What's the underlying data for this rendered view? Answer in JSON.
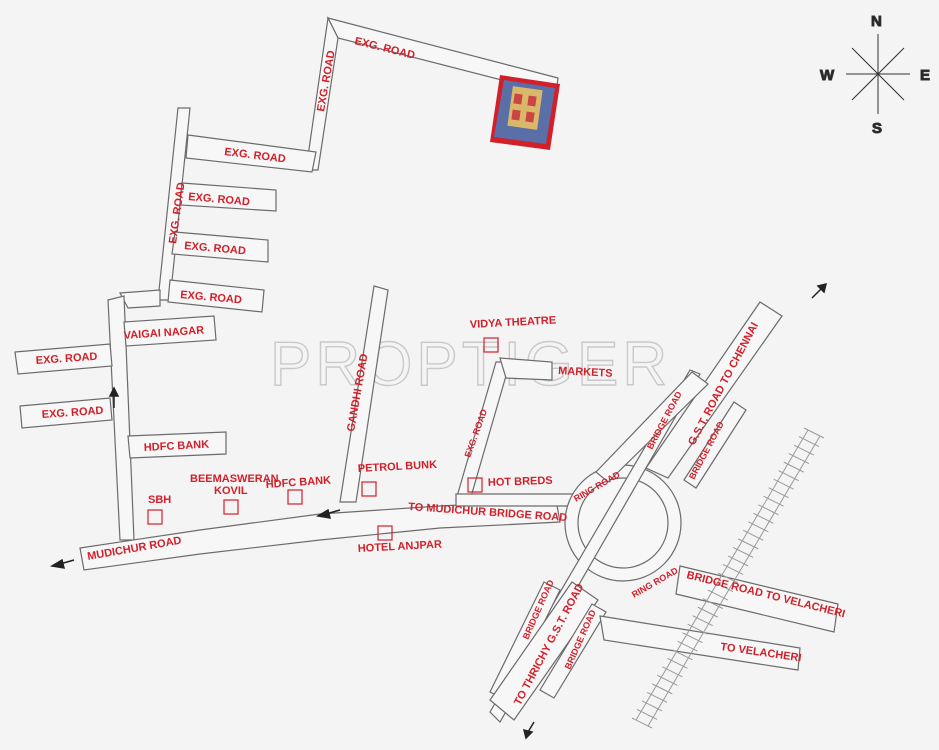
{
  "watermark": "PROPTIGER",
  "compass": {
    "n": "N",
    "s": "S",
    "e": "E",
    "w": "W"
  },
  "labels": {
    "exg_road": "EXG. ROAD",
    "vaigai_nagar": "VAIGAI NAGAR",
    "hdfc_bank": "HDFC BANK",
    "sbh": "SBH",
    "beemasweran": "BEEMASWERAN",
    "kovil": "KOVIL",
    "mudichur_road": "MUDICHUR ROAD",
    "gandhi_road": "GANDHI ROAD",
    "petrol_bunk": "PETROL BUNK",
    "hotel_anjpar": "HOTEL ANJPAR",
    "to_mudichur_bridge_road": "TO MUDICHUR BRIDGE ROAD",
    "vidya_theatre": "VIDYA THEATRE",
    "markets": "MARKETS",
    "hot_breds": "HOT BREDS",
    "ring_road": "RING ROAD",
    "bridge_road": "BRIDGE ROAD",
    "gst_road_to_chennai": "G.S.T. ROAD TO CHENNAI",
    "bridge_road_to_velacheri": "BRIDGE ROAD TO VELACHERI",
    "to_velacheri": "TO VELACHERI",
    "to_thrichy_gst_road": "TO THRICHY G.S.T. ROAD"
  },
  "colors": {
    "label": "#d2202a",
    "road_outline": "#6b6b6b",
    "background": "#f4f4f4"
  }
}
